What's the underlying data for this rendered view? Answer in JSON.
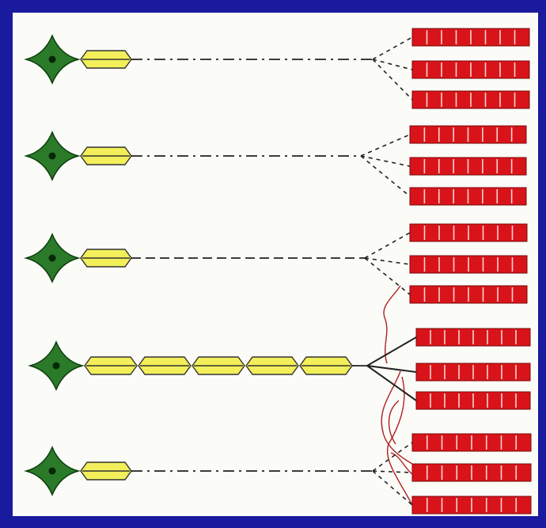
{
  "colors": {
    "background": "#1a1a9e",
    "panel": "#fbfbf8",
    "neuron_body": "#2a7a2a",
    "nucleus": "#062806",
    "myelin": "#f2ef5a",
    "muscle_fiber": "#d8141a",
    "collateral_branch": "#b02020",
    "axon_line": "#222222"
  },
  "icons": {
    "neuron_body": "green-diamond-soma-icon",
    "myelin_segment": "yellow-hexagon-myelin-icon",
    "muscle_fiber": "red-striated-fiber-icon"
  },
  "diagram": {
    "motor_units": [
      {
        "myelin_segments": 1,
        "axon_style": "dash-dot",
        "fibers_innervated": 3,
        "connection": "dotted"
      },
      {
        "myelin_segments": 1,
        "axon_style": "dash-dot",
        "fibers_innervated": 3,
        "connection": "dotted"
      },
      {
        "myelin_segments": 1,
        "axon_style": "dashed",
        "fibers_innervated": 3,
        "connection": "dotted"
      },
      {
        "myelin_segments": 5,
        "axon_style": "solid",
        "fibers_innervated": 3,
        "connection": "solid",
        "collateral_sprouts": true
      },
      {
        "myelin_segments": 1,
        "axon_style": "dash-dot",
        "fibers_innervated": 3,
        "connection": "dotted"
      }
    ],
    "muscle_fiber_count": 15,
    "cells_per_fiber": 8
  }
}
